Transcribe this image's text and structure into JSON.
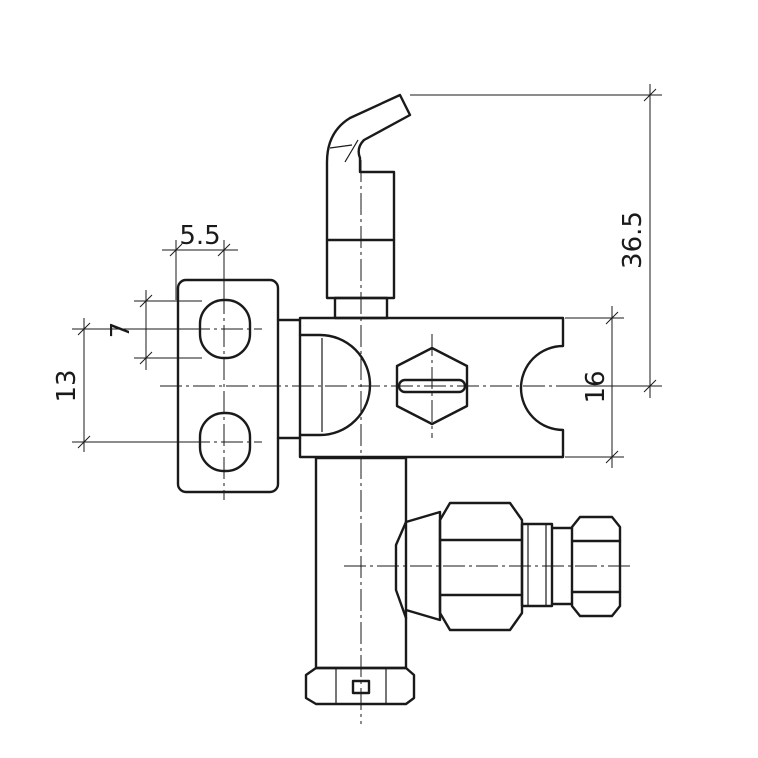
{
  "dimensions": {
    "slot_width": "5.5",
    "slot_height": "7",
    "slot_pitch": "13",
    "bracket_height": "16",
    "overall_height": "36.5"
  }
}
